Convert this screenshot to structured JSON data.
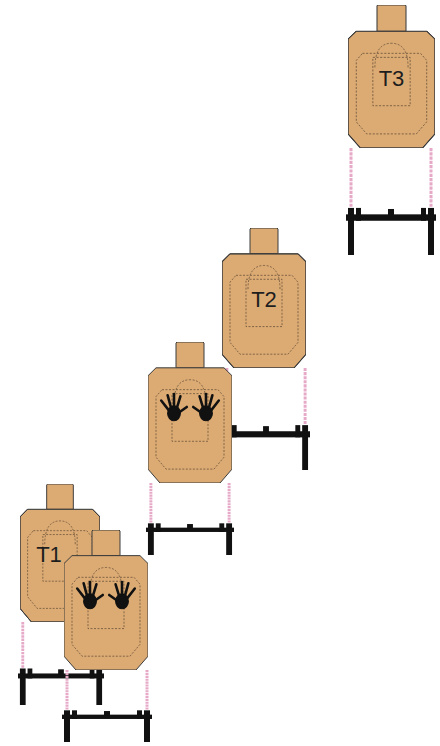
{
  "diagram": {
    "nodes": [
      {
        "text": [
          "T3"
        ]
      },
      {
        "text": [
          "T2"
        ]
      },
      {
        "text": [
          "T1"
        ]
      }
    ]
  }
}
